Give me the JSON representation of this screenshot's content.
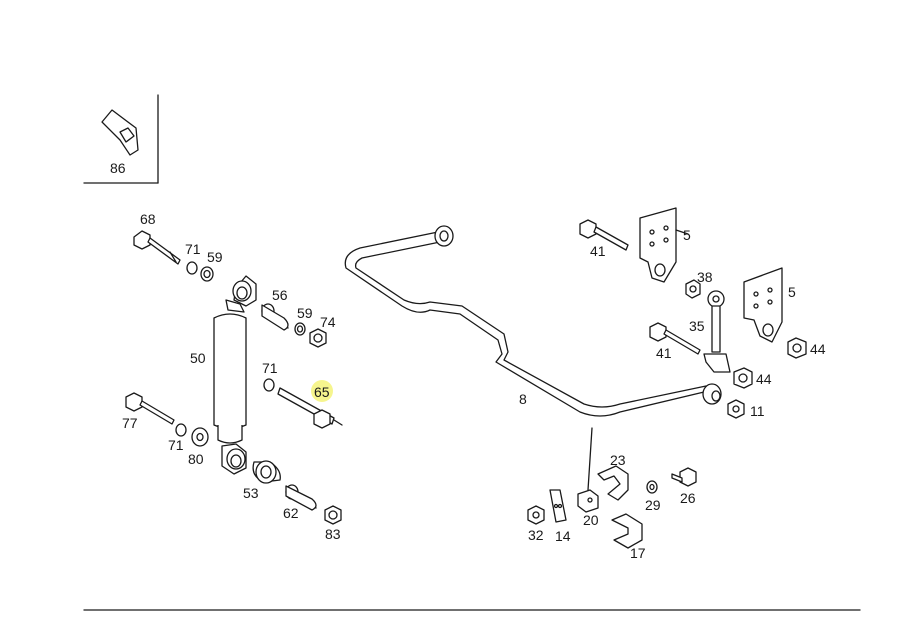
{
  "diagram": {
    "inset": {
      "part": "86"
    },
    "labels": {
      "p68": "68",
      "p71a": "71",
      "p59a": "59",
      "p56": "56",
      "p59b": "59",
      "p74": "74",
      "p50": "50",
      "p71b": "71",
      "p65": "65",
      "p77": "77",
      "p71c": "71",
      "p80": "80",
      "p53": "53",
      "p62": "62",
      "p83": "83",
      "p8": "8",
      "p41a": "41",
      "p5a": "5",
      "p38": "38",
      "p5b": "5",
      "p35": "35",
      "p41b": "41",
      "p44a": "44",
      "p44b": "44",
      "p11": "11",
      "p23": "23",
      "p29": "29",
      "p26": "26",
      "p32": "32",
      "p14": "14",
      "p20": "20",
      "p17": "17"
    },
    "highlighted_part": "65"
  }
}
